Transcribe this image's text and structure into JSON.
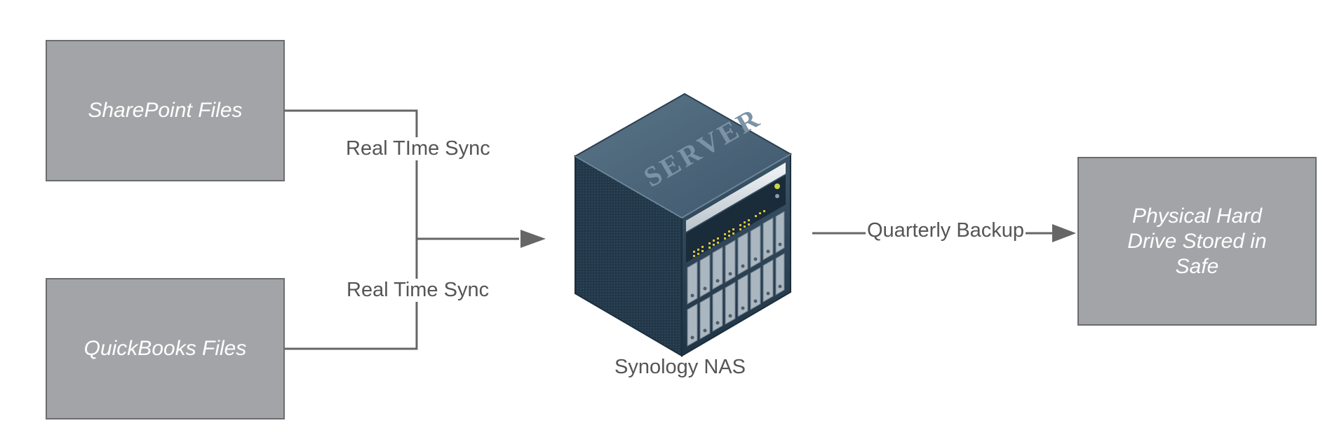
{
  "nodes": {
    "sharepoint": {
      "label": "SharePoint Files"
    },
    "quickbooks": {
      "label": "QuickBooks Files"
    },
    "nas": {
      "label": "Synology NAS",
      "icon": "server-rack-icon",
      "engraving": "SERVER"
    },
    "safe": {
      "lines": [
        "Physical Hard",
        "Drive Stored in",
        "Safe"
      ]
    }
  },
  "edges": {
    "sync_top": {
      "label": "Real TIme Sync"
    },
    "sync_bottom": {
      "label": "Real Time Sync"
    },
    "backup": {
      "label": "Quarterly Backup"
    }
  },
  "colors": {
    "box_fill": "#a3a4a7",
    "box_border": "#6b6c6e",
    "connector": "#666666",
    "text": "#555555",
    "server_dark": "#2c4257",
    "server_top": "#4a6378"
  }
}
